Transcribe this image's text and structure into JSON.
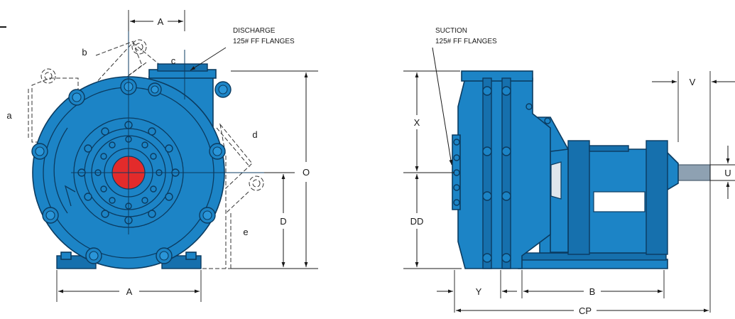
{
  "notes": {
    "discharge_line1": "DISCHARGE",
    "discharge_line2": "125# FF FLANGES",
    "suction_line1": "SUCTION",
    "suction_line2": "125# FF FLANGES"
  },
  "front_view": {
    "dim_a_top": "A",
    "dim_a_bottom": "A",
    "dim_b": "b",
    "dim_c": "c",
    "dim_a_lower": "a",
    "dim_d_upper": "d",
    "dim_e": "e",
    "dim_d": "D",
    "dim_o": "O"
  },
  "side_view": {
    "dim_x": "X",
    "dim_dd": "DD",
    "dim_v": "V",
    "dim_u": "U",
    "dim_y": "Y",
    "dim_b": "B",
    "dim_cp": "CP"
  },
  "colors": {
    "pump_body": "#1c84c6",
    "impeller_hub": "#e32b2b",
    "outline": "#0b3b60"
  }
}
